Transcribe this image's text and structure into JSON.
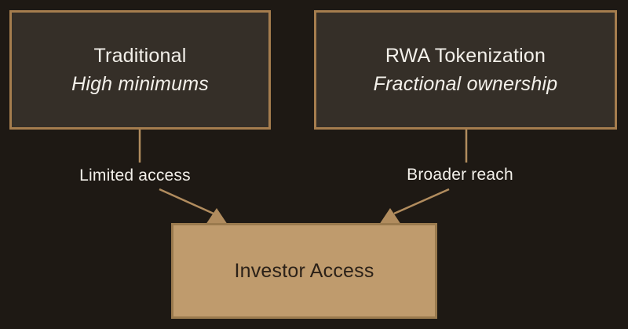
{
  "colors": {
    "background": "#1e1914",
    "node_dark_fill": "#352f28",
    "node_dark_border": "#a57d4e",
    "node_tan_fill": "#bf9b6d",
    "node_tan_border": "#9a7a4e",
    "connector_line": "#b18c5e",
    "text_light": "#f3f0ea",
    "text_dark": "#2b2118"
  },
  "nodes": {
    "traditional": {
      "title": "Traditional",
      "subtitle": "High minimums"
    },
    "rwa_tokenization": {
      "title": "RWA Tokenization",
      "subtitle": "Fractional ownership"
    },
    "investor_access": {
      "title": "Investor Access"
    }
  },
  "edge_labels": {
    "left": "Limited access",
    "right": "Broader reach"
  }
}
